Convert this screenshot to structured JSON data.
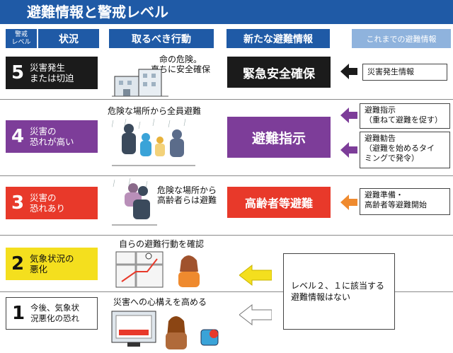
{
  "title": "避難情報と警戒レベル",
  "headers": {
    "level": "警戒\nレベル",
    "situation": "状況",
    "action": "取るべき行動",
    "new_info": "新たな避難情報",
    "old_info": "これまでの避難情報"
  },
  "levels": [
    {
      "num": "5",
      "situation": "災害発生\nまたは切迫",
      "action": "命の危険。\n直ちに安全確保",
      "new_info": "緊急安全確保",
      "old_info": [
        "災害発生情報"
      ],
      "color": "#1b1b1b"
    },
    {
      "num": "4",
      "situation": "災害の\n恐れが高い",
      "action": "危険な場所から全員避難",
      "new_info": "避難指示",
      "old_info": [
        "避難指示\n（重ねて避難を促す）",
        "避難勧告\n（避難を始めるタイ\nミングで発令）"
      ],
      "color": "#7d3d99"
    },
    {
      "num": "3",
      "situation": "災害の\n恐れあり",
      "action": "危険な場所から\n高齢者らは避難",
      "new_info": "高齢者等避難",
      "old_info": [
        "避難準備・\n高齢者等避難開始"
      ],
      "color": "#e8392a"
    },
    {
      "num": "2",
      "situation": "気象状況の\n悪化",
      "action": "自らの避難行動を確認",
      "color": "#f4df1e"
    },
    {
      "num": "1",
      "situation": "今後、気象状\n況悪化の恐れ",
      "action": "災害への心構えを高める",
      "color": "#ffffff"
    }
  ],
  "no_equivalent": "レベル２、１に該当する\n避難情報はない",
  "icons": [
    "building-icon",
    "family-evacuating-icon",
    "elder-carry-icon",
    "hazard-map-icon",
    "tv-news-icon",
    "arrow-left-icon"
  ]
}
